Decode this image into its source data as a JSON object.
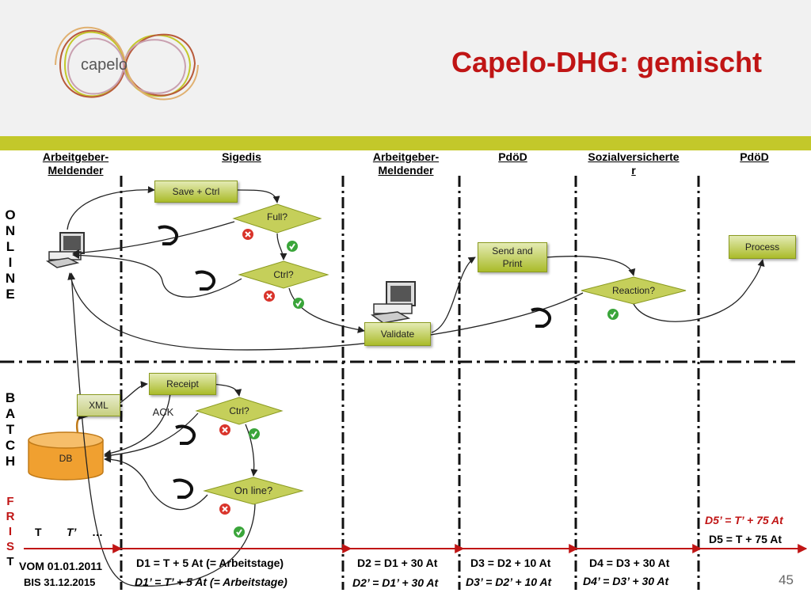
{
  "slide": {
    "title": "Capelo-DHG: gemischt",
    "logo_text": "capelo",
    "page_number": "45"
  },
  "lanes": [
    {
      "label_line1": "Arbeitgeber-",
      "label_line2": "Meldender"
    },
    {
      "label_line1": "Sigedis",
      "label_line2": ""
    },
    {
      "label_line1": "Arbeitgeber-",
      "label_line2": "Meldender"
    },
    {
      "label_line1": "PdöD",
      "label_line2": ""
    },
    {
      "label_line1": "Sozialversicherte",
      "label_line2": "r"
    },
    {
      "label_line1": "PdöD",
      "label_line2": ""
    }
  ],
  "vertical_labels": {
    "online": [
      "O",
      "N",
      "L",
      "I",
      "N",
      "E"
    ],
    "batch": [
      "B",
      "A",
      "T",
      "C",
      "H"
    ],
    "frist": [
      "F",
      "R",
      "I",
      "S",
      "T"
    ]
  },
  "online_nodes": {
    "save_ctrl": "Save + Ctrl",
    "full": "Full?",
    "ctrl": "Ctrl?",
    "validate": "Validate",
    "send_print": "Send and Print",
    "reaction": "Reaction?",
    "process": "Process"
  },
  "batch_nodes": {
    "xml": "XML",
    "receipt": "Receipt",
    "ack": "ACK",
    "ctrl": "Ctrl?",
    "db": "DB",
    "online": "On line?"
  },
  "timeline": {
    "t": "T",
    "t_prime": "T’",
    "ellipsis": "…",
    "vom": "VOM 01.01.2011",
    "bis": "BIS 31.12.2015",
    "d1": "D1 = T + 5 At (= Arbeitstage)",
    "d1p": "D1’ = T’ + 5 At (= Arbeitstage)",
    "d2": "D2 = D1 + 30 At",
    "d2p": "D2’ = D1’ + 30 At",
    "d3": "D3 = D2 + 10 At",
    "d3p": "D3’ = D2’ + 10 At",
    "d4": "D4 = D3 + 30 At",
    "d4p": "D4’ = D3’ + 30 At",
    "d5": "D5 = T + 75 At",
    "d5p": "D5’ = T’ + 75 At"
  },
  "colors": {
    "title": "#c01515",
    "band": "#c3c82a",
    "node_green": "#aabb2a",
    "db_orange": "#f0a030",
    "timeline": "#c01515"
  }
}
